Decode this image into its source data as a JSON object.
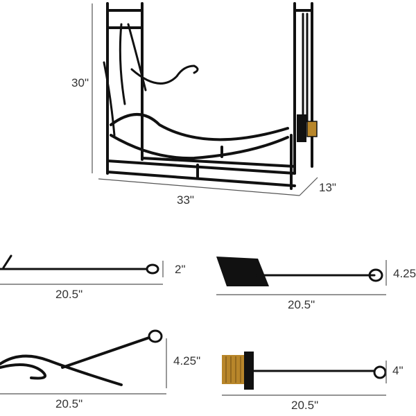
{
  "rack": {
    "height_label": "30\"",
    "width_label": "33\"",
    "depth_label": "13\""
  },
  "tools": {
    "poker": {
      "height_label": "2\"",
      "length_label": "20.5\""
    },
    "shovel": {
      "height_label": "4.25\"",
      "length_label": "20.5\""
    },
    "tongs": {
      "height_label": "4.25\"",
      "length_label": "20.5\""
    },
    "brush": {
      "height_label": "4\"",
      "length_label": "20.5\""
    }
  },
  "colors": {
    "iron": "#111111",
    "dimension_line": "#555555",
    "brass": "#b8862a",
    "text": "#333333"
  }
}
